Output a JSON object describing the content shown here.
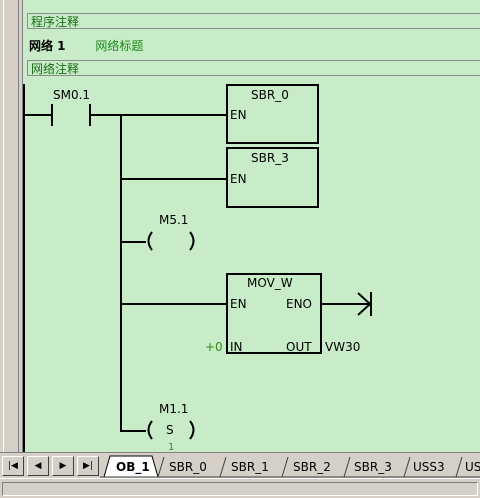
{
  "program_comment": "程序注释",
  "network": {
    "label": "网络 1",
    "title": "网络标题",
    "comment": "网络注释"
  },
  "contact": {
    "address": "SM0.1"
  },
  "boxes": {
    "sbr0": {
      "name": "SBR_0",
      "en": "EN"
    },
    "sbr3": {
      "name": "SBR_3",
      "en": "EN"
    },
    "mov": {
      "name": "MOV_W",
      "en": "EN",
      "eno": "ENO",
      "in": "IN",
      "out": "OUT",
      "in_value": "+0",
      "out_value": "VW30"
    }
  },
  "coils": {
    "m51": {
      "address": "M5.1",
      "symbol": ""
    },
    "m11": {
      "address": "M1.1",
      "symbol": "S",
      "count": "1"
    }
  },
  "tabs": [
    "OB_1",
    "SBR_0",
    "SBR_1",
    "SBR_2",
    "SBR_3",
    "USS3",
    "US"
  ],
  "nav_buttons": [
    "first",
    "prev",
    "next",
    "last"
  ]
}
